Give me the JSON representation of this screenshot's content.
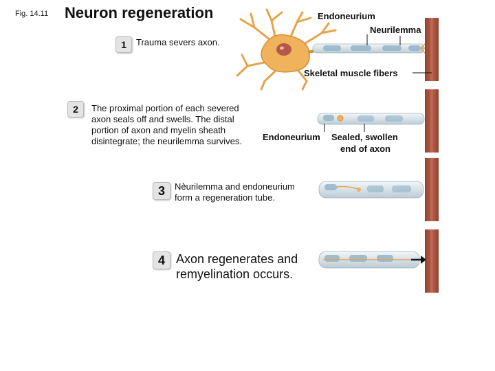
{
  "figure_label": "Fig. 14.11",
  "title": "Neuron regeneration",
  "steps": [
    {
      "number": "1",
      "text": "Trauma severs axon."
    },
    {
      "number": "2",
      "text_lines": [
        "The proximal portion of each severed",
        "axon seals off and swells. The distal",
        "portion of axon and myelin sheath",
        "disintegrate; the neurilemma survives."
      ]
    },
    {
      "number": "3",
      "text_lines": [
        "Neurilemma and endoneurium",
        "form a regeneration tube."
      ]
    },
    {
      "number": "4",
      "text_lines": [
        "Axon regenerates and",
        "remyelination occurs."
      ]
    }
  ],
  "labels": {
    "endoneurium_top": "Endoneurium",
    "neurilemma": "Neurilemma",
    "skeletal_muscle": "Skeletal muscle fibers",
    "endoneurium_mid": "Endoneurium",
    "sealed_line1": "Sealed, swollen",
    "sealed_line2": "end of axon"
  },
  "colors": {
    "neuron_body": "#f0b25a",
    "nucleus": "#b5584a",
    "muscle": "#a8553f",
    "axon_tube": "#cfdbe3",
    "schwann": "#8fb1c6"
  }
}
